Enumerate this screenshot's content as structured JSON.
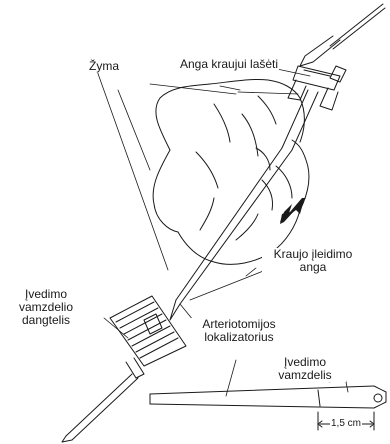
{
  "labels": {
    "mark": "Žyma",
    "blood_port": "Anga kraujui lašėti",
    "blood_entry_line1": "Kraujo įleidimo",
    "blood_entry_line2": "anga",
    "sheath_cap_line1": "Įvedimo",
    "sheath_cap_line2": "vamzdelio",
    "sheath_cap_line3": "dangtelis",
    "arteriotomy_line1": "Arteriotomijos",
    "arteriotomy_line2": "lokalizatorius",
    "sheath_line1": "Įvedimo",
    "sheath_line2": "vamzdelis",
    "dimension": "1,5 cm"
  },
  "colors": {
    "line": "#1a1a1a",
    "background": "#ffffff"
  }
}
